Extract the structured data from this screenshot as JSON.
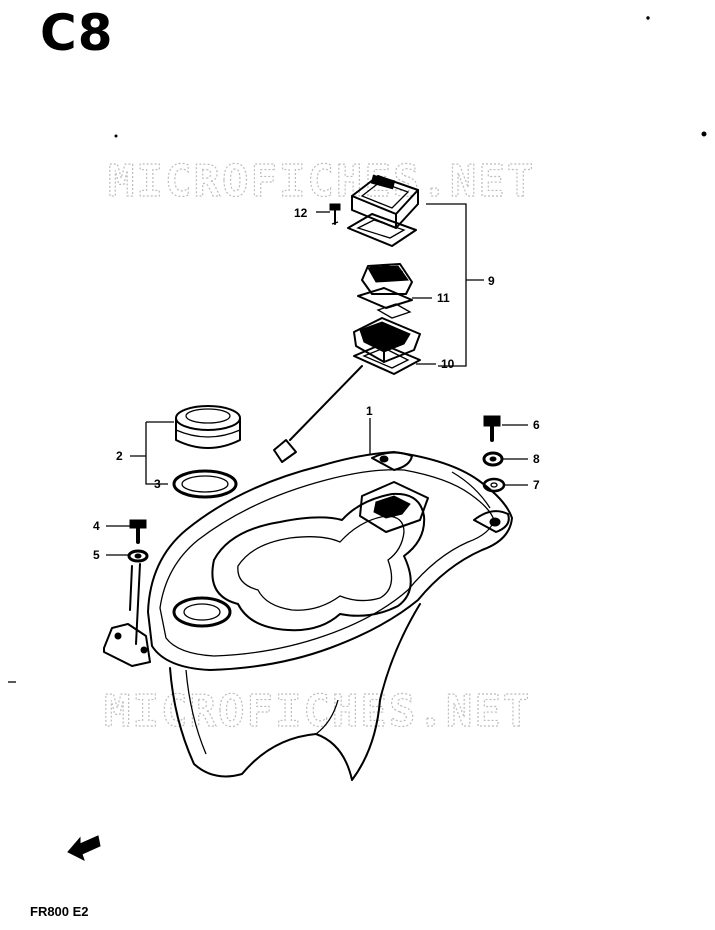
{
  "header": {
    "section_code": "C8"
  },
  "footer": {
    "model": "FR800  E2"
  },
  "watermarks": [
    "MICROFICHES.NET",
    "MICROFICHES.NET"
  ],
  "callouts": {
    "n1": "1",
    "n2": "2",
    "n3": "3",
    "n4": "4",
    "n5": "5",
    "n6": "6",
    "n7": "7",
    "n8": "8",
    "n9": "9",
    "n10": "10",
    "n11": "11",
    "n12": "12"
  },
  "colors": {
    "ink": "#000000",
    "watermark": "#bdbdbd",
    "background": "#ffffff"
  },
  "icons": [
    "front-direction-arrow-icon"
  ]
}
